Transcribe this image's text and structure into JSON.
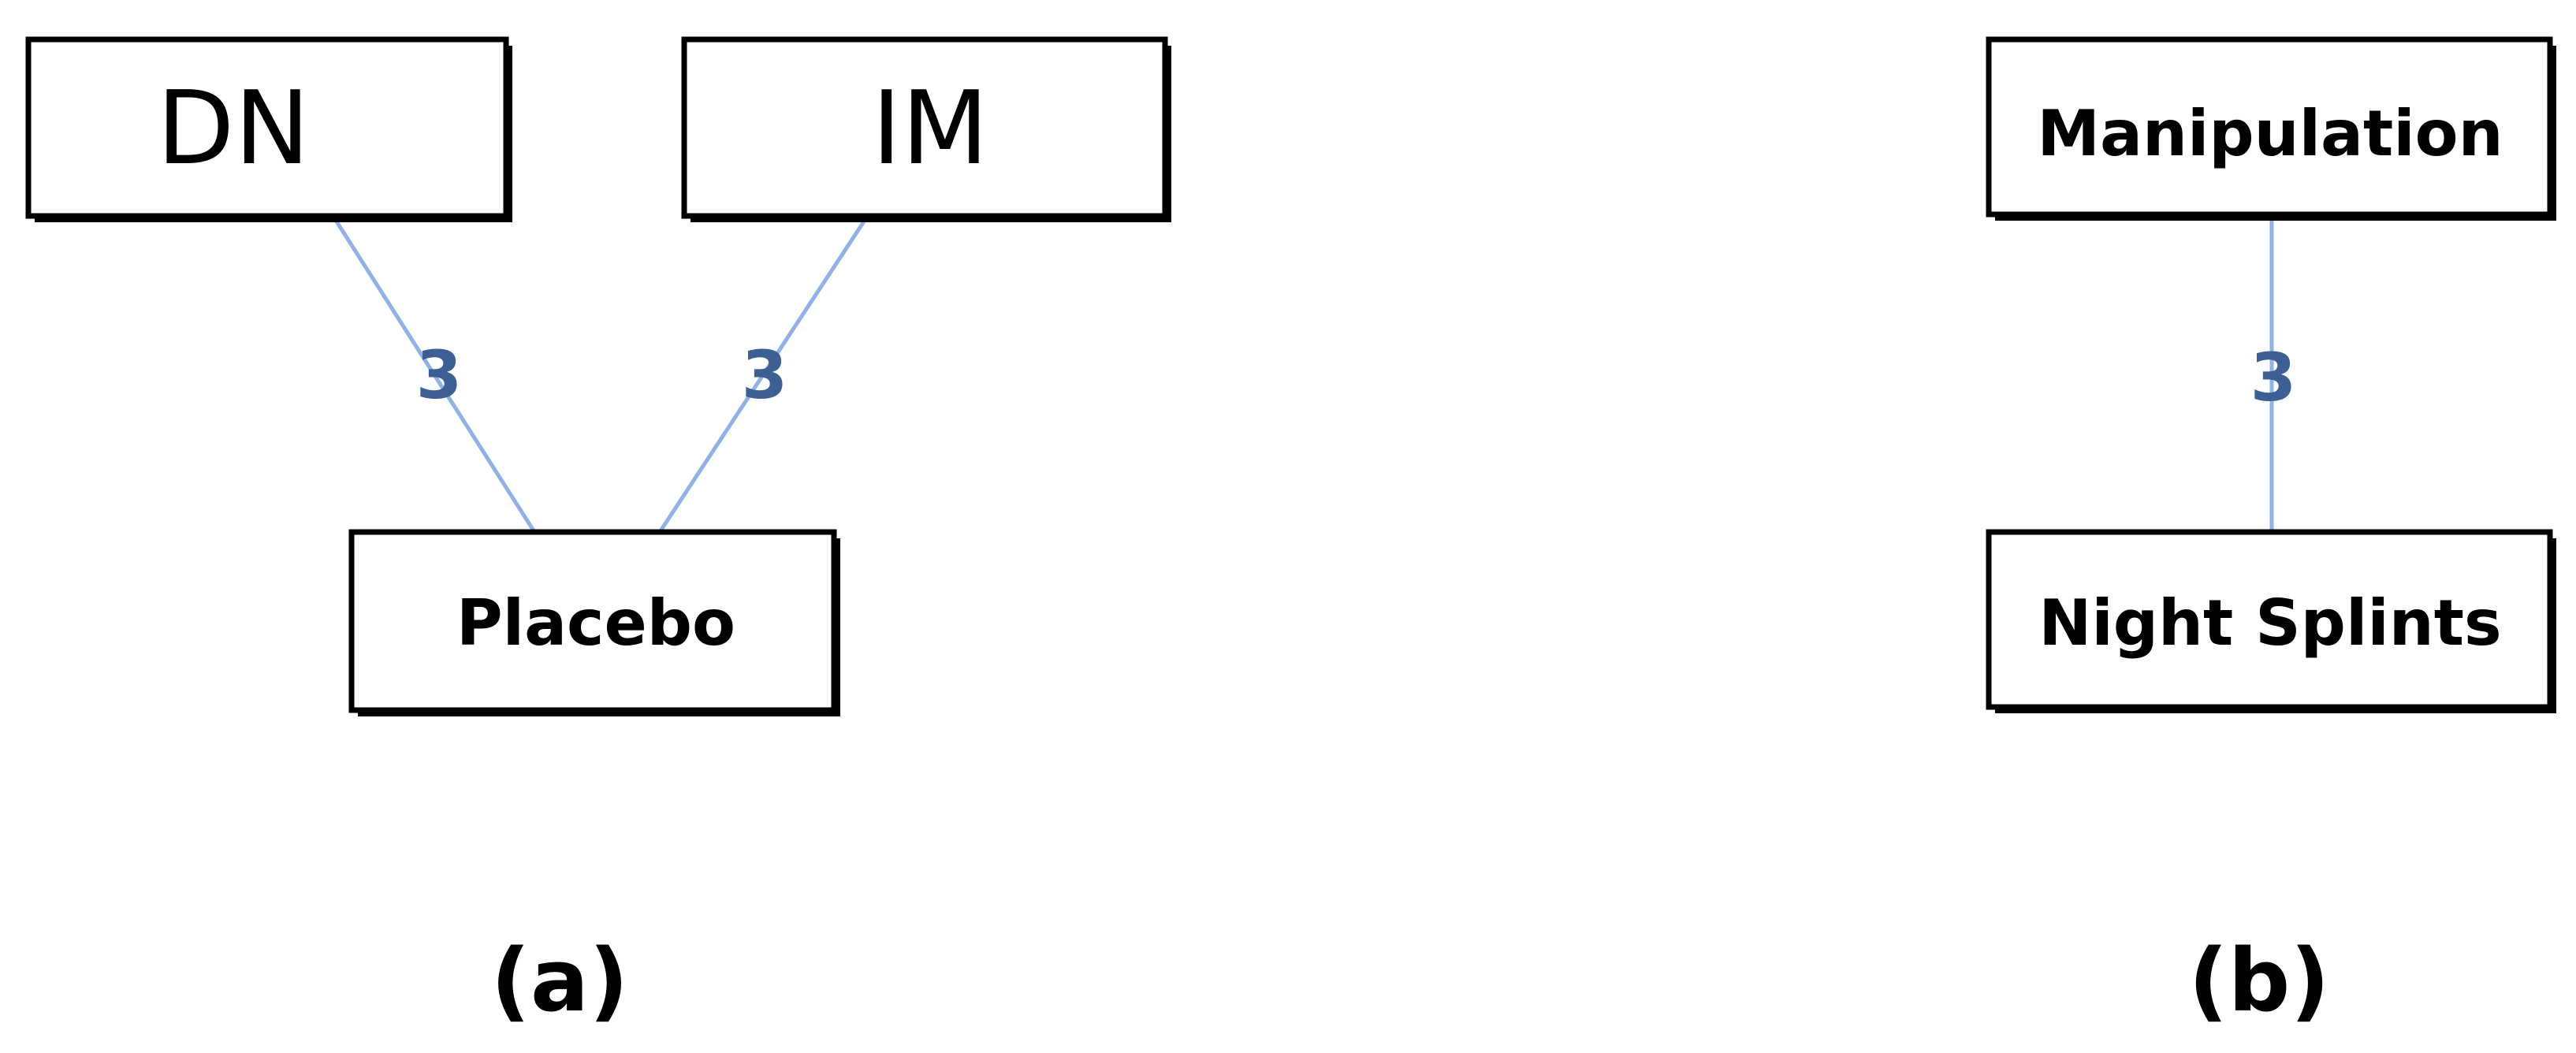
{
  "panels": {
    "a": {
      "caption": "(a)",
      "nodes": {
        "dn": "DN",
        "im": "IM",
        "placebo": "Placebo"
      },
      "edges": {
        "dn_placebo": "3",
        "im_placebo": "3"
      }
    },
    "b": {
      "caption": "(b)",
      "nodes": {
        "manipulation": "Manipulation",
        "night_splints": "Night Splints"
      },
      "edges": {
        "manipulation_night_splints": "3"
      }
    }
  },
  "colors": {
    "edge": "#8fb2e8",
    "weight_text": "#3c5f94",
    "box_border": "#000000"
  }
}
